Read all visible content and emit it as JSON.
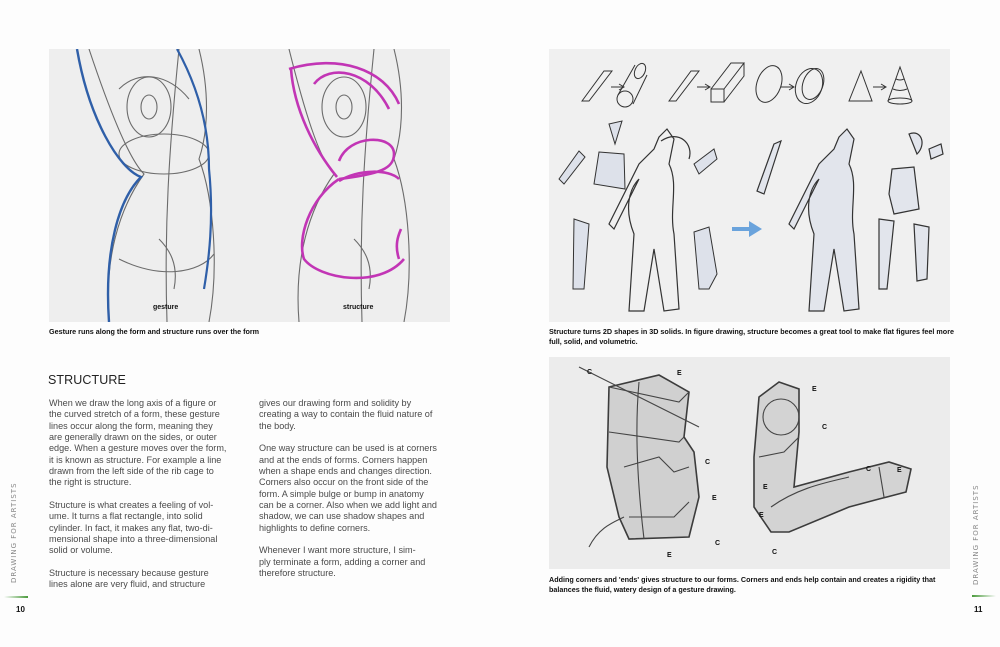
{
  "spread": {
    "left_page": {
      "figure": {
        "labels": {
          "gesture": "gesture",
          "structure": "structure"
        },
        "accent_colors": {
          "gesture_line": "#2f5fa8",
          "structure_line": "#c235b5"
        }
      },
      "caption": "Gesture runs along the form and structure runs over the form",
      "section_heading": "STRUCTURE",
      "column_1": [
        "When we draw the long axis of a figure or\nthe curved stretch of a form, these gesture\nlines occur along the form, meaning they\nare generally drawn on the sides, or outer\nedge. When a gesture moves over the form,\nit is known as structure. For example a line\ndrawn from the left side of the rib cage to\nthe right is structure.",
        "Structure is what creates a feeling of vol-\nume. It turns a flat rectangle, into solid\ncylinder. In fact, it makes any flat, two-di-\nmensional shape into a three-dimensional\nsolid or volume.",
        "Structure is necessary because gesture\nlines alone are very fluid, and structure"
      ],
      "column_2": [
        "gives our drawing form and solidity by\ncreating a way to contain the fluid nature of\nthe body.",
        "One way structure can be used is at corners\nand at the ends of forms. Corners happen\nwhen a shape ends and changes direction.\nCorners also occur on the front side of the\nform. A simple bulge or bump in anatomy\ncan be a corner. Also when we add light and\nshadow, we can use shadow shapes and\nhighlights to define corners.",
        "Whenever I want more structure, I sim-\nply terminate a form, adding a corner and\ntherefore structure."
      ],
      "running_head": "DRAWING FOR ARTISTS",
      "page_number": "10"
    },
    "right_page": {
      "top_figure": {
        "accent_colors": {
          "arrow": "#6aa3dc"
        }
      },
      "top_caption": "Structure turns 2D shapes in 3D solids. In figure drawing, structure becomes a great tool to make flat figures feel more full, solid, and volumetric.",
      "bottom_figure": {
        "labels": [
          "C",
          "E",
          "C",
          "E",
          "C",
          "E",
          "E",
          "C",
          "E",
          "C",
          "E",
          "E",
          "C"
        ]
      },
      "bottom_caption": "Adding corners and 'ends' gives structure to our forms. Corners and ends help contain and creates a rigidity that balances the fluid, watery design of a gesture drawing.",
      "running_head": "DRAWING FOR ARTISTS",
      "page_number": "11"
    },
    "accent_colors": {
      "folio_rule": "#4a9a3c"
    }
  }
}
